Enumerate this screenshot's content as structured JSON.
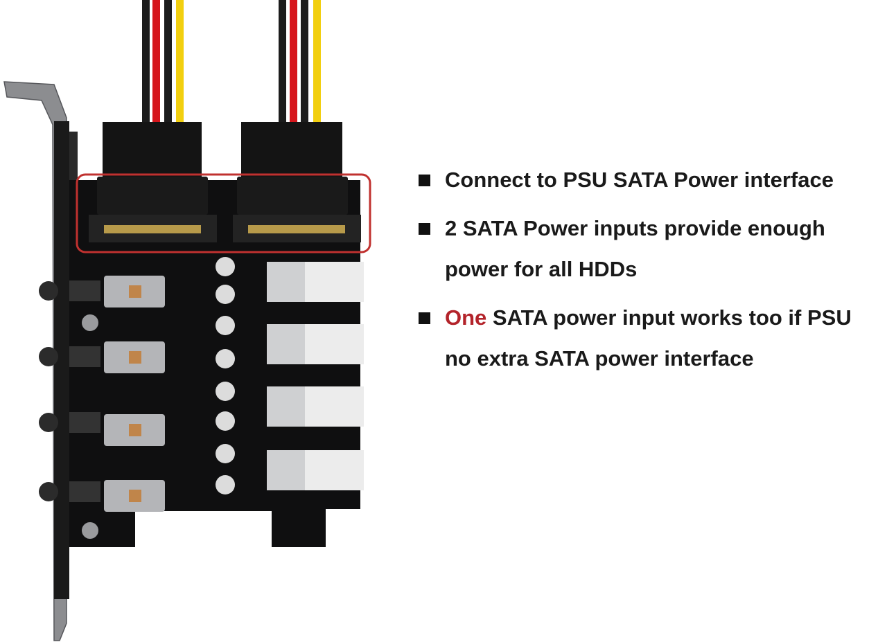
{
  "colors": {
    "highlight": "#b3232a",
    "frame_red": "#c0312f",
    "wire_black": "#1c1c1c",
    "wire_red": "#d6161c",
    "wire_yellow": "#f2cf0f",
    "pcb": "#0f0f10",
    "bracket": "#7a7b7e"
  },
  "image": {
    "subject": "pcie-sata-power-switch-card-icon"
  },
  "features": [
    {
      "pre": "",
      "highlight": "",
      "text": "Connect to PSU SATA Power interface",
      "text2": ""
    },
    {
      "pre": "",
      "highlight": "",
      "text": "2 SATA Power inputs provide enough",
      "text2": "power for all HDDs"
    },
    {
      "pre": "",
      "highlight": "One",
      "text": " SATA power input works too if PSU",
      "text2": "no extra SATA power interface"
    }
  ]
}
